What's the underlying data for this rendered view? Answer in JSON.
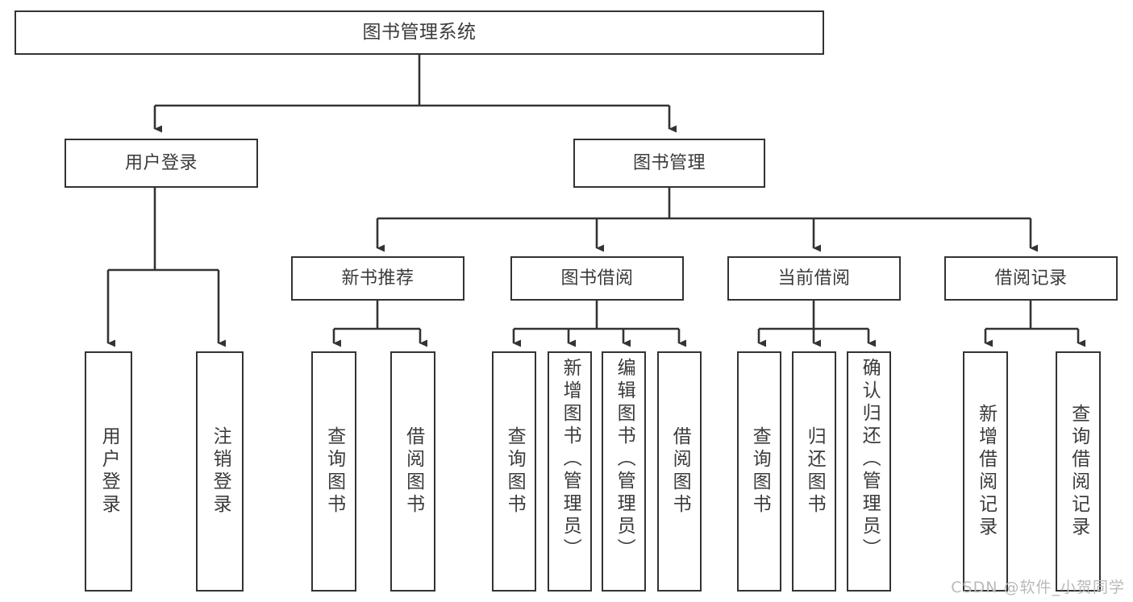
{
  "diagram": {
    "type": "tree",
    "title": "图书管理系统",
    "orientation": "top-down",
    "colors": {
      "box_border": "#333333",
      "box_fill": "#ffffff",
      "text": "#3b3b3b",
      "edge": "#333333",
      "watermark": "#b9b9b9"
    },
    "root": {
      "label": "图书管理系统"
    },
    "level2": [
      {
        "label": "用户登录"
      },
      {
        "label": "图书管理"
      }
    ],
    "level3": [
      {
        "label": "新书推荐"
      },
      {
        "label": "图书借阅"
      },
      {
        "label": "当前借阅"
      },
      {
        "label": "借阅记录"
      }
    ],
    "leaves": {
      "user_login": [
        {
          "label": "用户登录"
        },
        {
          "label": "注销登录"
        }
      ],
      "new_book_recommend": [
        {
          "label": "查询图书"
        },
        {
          "label": "借阅图书"
        }
      ],
      "book_borrow": [
        {
          "label": "查询图书"
        },
        {
          "label": "新增图书（管理员）"
        },
        {
          "label": "编辑图书（管理员）"
        },
        {
          "label": "借阅图书"
        }
      ],
      "current_borrow": [
        {
          "label": "查询图书"
        },
        {
          "label": "归还图书"
        },
        {
          "label": "确认归还（管理员）"
        }
      ],
      "borrow_record": [
        {
          "label": "新增借阅记录"
        },
        {
          "label": "查询借阅记录"
        }
      ]
    }
  },
  "watermark": {
    "text": "CSDN @软件_小贺同学"
  }
}
